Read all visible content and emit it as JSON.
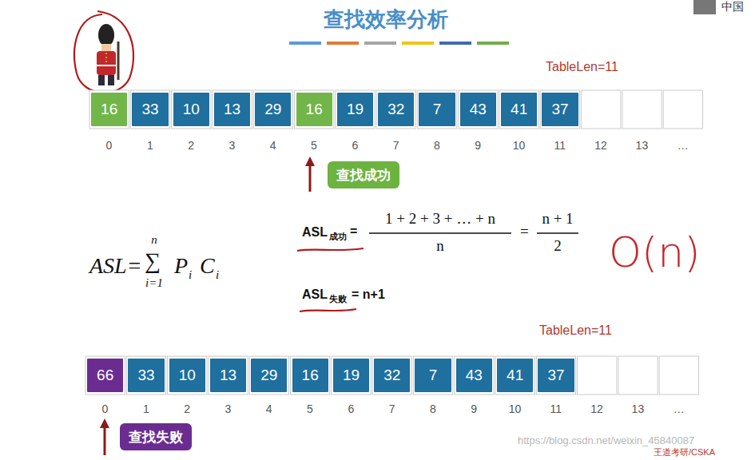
{
  "diagram": {
    "title": "查找效率分析",
    "nodes": [
      {
        "text": [
          "16"
        ]
      },
      {
        "text": [
          "33"
        ]
      },
      {
        "text": [
          "10"
        ]
      },
      {
        "text": [
          "13"
        ]
      },
      {
        "text": [
          "29"
        ]
      },
      {
        "text": [
          "16"
        ]
      },
      {
        "text": [
          "19"
        ]
      },
      {
        "text": [
          "32"
        ]
      },
      {
        "text": [
          "7"
        ]
      },
      {
        "text": [
          "43"
        ]
      },
      {
        "text": [
          "41"
        ]
      },
      {
        "text": [
          "37"
        ]
      },
      {
        "text": [
          "查找成功"
        ]
      },
      {
        "text": [
          "66"
        ]
      },
      {
        "text": [
          "33"
        ]
      },
      {
        "text": [
          "10"
        ]
      },
      {
        "text": [
          "13"
        ]
      },
      {
        "text": [
          "29"
        ]
      },
      {
        "text": [
          "16"
        ]
      },
      {
        "text": [
          "19"
        ]
      },
      {
        "text": [
          "32"
        ]
      },
      {
        "text": [
          "7"
        ]
      },
      {
        "text": [
          "43"
        ]
      },
      {
        "text": [
          "41"
        ]
      },
      {
        "text": [
          "37"
        ]
      },
      {
        "text": [
          "查找失败"
        ]
      }
    ],
    "labels": [
      "中国",
      "TableLen=11",
      "0",
      "1",
      "2",
      "3",
      "4",
      "5",
      "6",
      "7",
      "8",
      "9",
      "10",
      "11",
      "12",
      "13",
      "…",
      "ASL=",
      "∑",
      "n",
      "i=1",
      "P",
      "i",
      "C",
      "i",
      "ASL",
      "成功",
      "=",
      "1 + 2 + 3 + … + n",
      "n",
      "=",
      "n + 1",
      "2",
      "O(n)",
      "ASL",
      "失败",
      "= n+1",
      "TableLen=11",
      "0",
      "1",
      "2",
      "3",
      "4",
      "5",
      "6",
      "7",
      "8",
      "9",
      "10",
      "11",
      "12",
      "13",
      "…",
      "https://blog.csdn.net/weixin_45840087",
      "王道考研/CSKA"
    ]
  }
}
